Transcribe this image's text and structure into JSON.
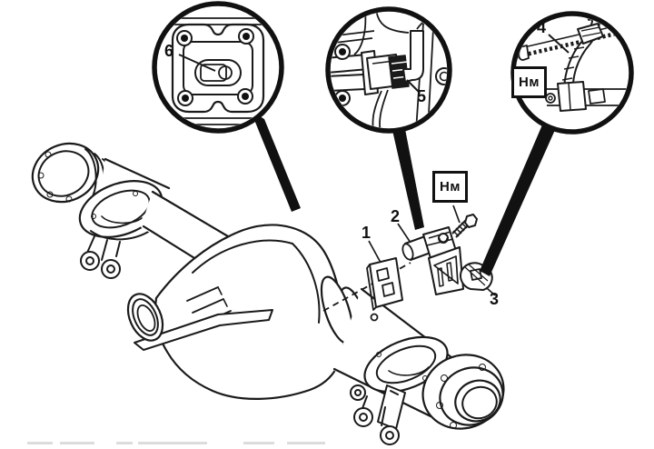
{
  "diagram": {
    "background_color": "#ffffff",
    "line_color": "#1a1a1a",
    "labels": {
      "part1": "1",
      "part2": "2",
      "part3": "3",
      "part4": "4",
      "part5": "5",
      "part6": "6"
    },
    "torque_badge_detail": "Нм",
    "torque_badge_main": "Нм"
  }
}
